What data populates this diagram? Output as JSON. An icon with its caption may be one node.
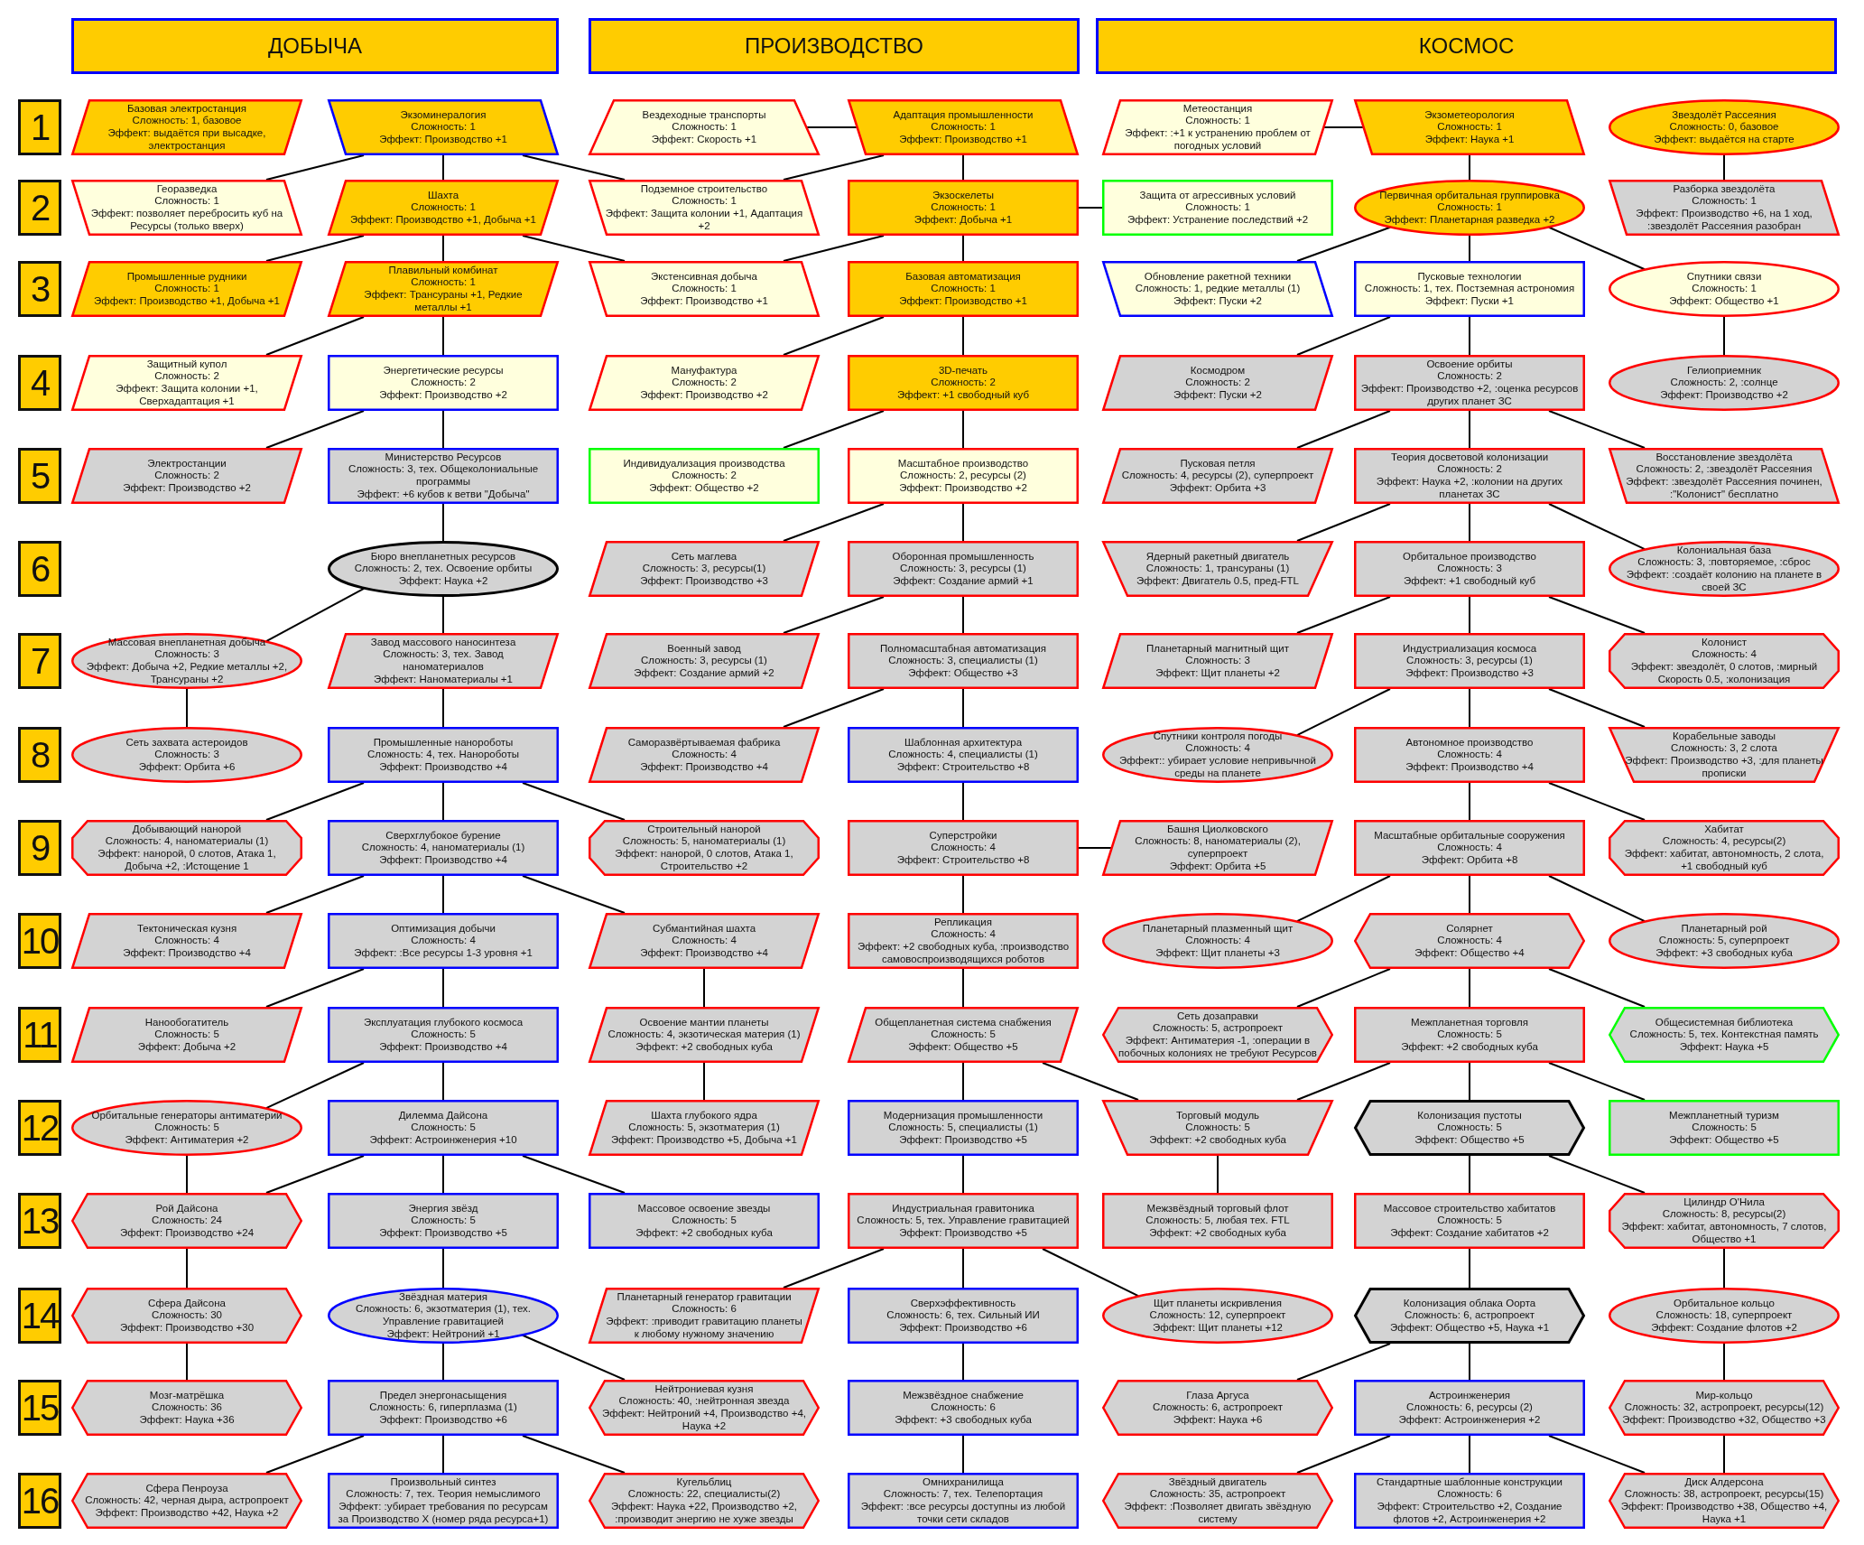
{
  "diagram": {
    "nodes": [
      {
        "text": [
          "ДОБЫЧА"
        ]
      },
      {
        "text": [
          "ПРОИЗВОДСТВО"
        ]
      },
      {
        "text": [
          "КОСМОС"
        ]
      },
      {
        "text": [
          "1"
        ]
      },
      {
        "text": [
          "2"
        ]
      },
      {
        "text": [
          "3"
        ]
      },
      {
        "text": [
          "4"
        ]
      },
      {
        "text": [
          "5"
        ]
      },
      {
        "text": [
          "6"
        ]
      },
      {
        "text": [
          "7"
        ]
      },
      {
        "text": [
          "8"
        ]
      },
      {
        "text": [
          "9"
        ]
      },
      {
        "text": [
          "10"
        ]
      },
      {
        "text": [
          "11"
        ]
      },
      {
        "text": [
          "12"
        ]
      },
      {
        "text": [
          "13"
        ]
      },
      {
        "text": [
          "14"
        ]
      },
      {
        "text": [
          "15"
        ]
      },
      {
        "text": [
          "16"
        ]
      },
      {
        "text": [
          "Базовая электростанция",
          "Сложность: 1, базовое",
          "Эффект: выдаётся при высадке, электростанция"
        ]
      },
      {
        "text": [
          "Экзоминералогия",
          "Сложность: 1",
          "Эффект: Производство +1"
        ]
      },
      {
        "text": [
          "Вездеходные транспорты",
          "Сложность: 1",
          "Эффект: Скорость +1"
        ]
      },
      {
        "text": [
          "Адаптация промышленности",
          "Сложность: 1",
          "Эффект: Производство +1"
        ]
      },
      {
        "text": [
          "Метеостанция",
          "Сложность: 1",
          "Эффект: :+1 к устранению проблем от погодных условий"
        ]
      },
      {
        "text": [
          "Экзометеорология",
          "Сложность: 1",
          "Эффект: Наука +1"
        ]
      },
      {
        "text": [
          "Звездолёт Рассеяния",
          "Сложность: 0, базовое",
          "Эффект: выдаётся на старте"
        ]
      },
      {
        "text": [
          "Георазведка",
          "Сложность: 1",
          "Эффект: позволяет перебросить куб на Ресурсы (только вверх)"
        ]
      },
      {
        "text": [
          "Шахта",
          "Сложность: 1",
          "Эффект: Производство +1, Добыча +1"
        ]
      },
      {
        "text": [
          "Подземное строительство",
          "Сложность: 1",
          "Эффект: Защита колонии +1, Адаптация +2"
        ]
      },
      {
        "text": [
          "Экзоскелеты",
          "Сложность: 1",
          "Эффект: Добыча +1"
        ]
      },
      {
        "text": [
          "Защита от агрессивных условий",
          "Сложность: 1",
          "Эффект: Устранение последствий +2"
        ]
      },
      {
        "text": [
          "Первичная орбитальная группировка",
          "Сложность: 1",
          "Эффект: Планетарная разведка +2"
        ]
      },
      {
        "text": [
          "Разборка звездолёта",
          "Сложность: 1",
          "Эффект: Производство +6, на 1 ход, :звездолёт Рассеяния разобран"
        ]
      },
      {
        "text": [
          "Промышленные рудники",
          "Сложность: 1",
          "Эффект: Производство +1, Добыча +1"
        ]
      },
      {
        "text": [
          "Плавильный комбинат",
          "Сложность: 1",
          "Эффект: Трансураны +1, Редкие металлы +1"
        ]
      },
      {
        "text": [
          "Экстенсивная добыча",
          "Сложность: 1",
          "Эффект: Производство +1"
        ]
      },
      {
        "text": [
          "Базовая автоматизация",
          "Сложность: 1",
          "Эффект: Производство +1"
        ]
      },
      {
        "text": [
          "Обновление ракетной техники",
          "Сложность: 1, редкие металлы (1)",
          "Эффект: Пуски +2"
        ]
      },
      {
        "text": [
          "Пусковые технологии",
          "Сложность: 1, тех. Постземная астрономия",
          "Эффект: Пуски +1"
        ]
      },
      {
        "text": [
          "Спутники связи",
          "Сложность: 1",
          "Эффект: Общество +1"
        ]
      },
      {
        "text": [
          "Защитный купол",
          "Сложность: 2",
          "Эффект: Защита колонии +1, Сверхадаптация +1"
        ]
      },
      {
        "text": [
          "Энергетические ресурсы",
          "Сложность: 2",
          "Эффект: Производство +2"
        ]
      },
      {
        "text": [
          "Мануфактура",
          "Сложность: 2",
          "Эффект: Производство +2"
        ]
      },
      {
        "text": [
          "3D-печать",
          "Сложность: 2",
          "Эффект: +1 свободный куб"
        ]
      },
      {
        "text": [
          "Космодром",
          "Сложность: 2",
          "Эффект: Пуски +2"
        ]
      },
      {
        "text": [
          "Освоение орбиты",
          "Сложность: 2",
          "Эффект: Производство +2, :оценка ресурсов других планет ЗС"
        ]
      },
      {
        "text": [
          "Гелиоприемник",
          "Сложность: 2, :солнце",
          "Эффект: Производство +2"
        ]
      },
      {
        "text": [
          "Электростанции",
          "Сложность: 2",
          "Эффект: Производство +2"
        ]
      },
      {
        "text": [
          "Министерство Ресурсов",
          "Сложность: 3, тех. Общеколониальные программы",
          "Эффект: +6 кубов к ветви \"Добыча\""
        ]
      },
      {
        "text": [
          "Индивидуализация производства",
          "Сложность: 2",
          "Эффект: Общество +2"
        ]
      },
      {
        "text": [
          "Масштабное производство",
          "Сложность: 2, ресурсы (2)",
          "Эффект: Производство +2"
        ]
      },
      {
        "text": [
          "Пусковая петля",
          "Сложность: 4, ресурсы (2), суперпроект",
          "Эффект: Орбита +3"
        ]
      },
      {
        "text": [
          "Теория досветовой колонизации",
          "Сложность: 2",
          "Эффект: Наука +2, :колонии на других планетах ЗС"
        ]
      },
      {
        "text": [
          "Восстановление звездолёта",
          "Сложность: 2, :звездолёт Рассеяния",
          "Эффект: :звездолёт Рассеяния починен, :\"Колонист\" бесплатно"
        ]
      },
      {
        "text": [
          "Бюро внепланетных ресурсов",
          "Сложность: 2, тех. Освоение орбиты",
          "Эффект: Наука +2"
        ]
      },
      {
        "text": [
          "Сеть маглева",
          "Сложность: 3, ресурсы(1)",
          "Эффект: Производство +3"
        ]
      },
      {
        "text": [
          "Оборонная промышленность",
          "Сложность: 3, ресурсы (1)",
          "Эффект: Создание армий +1"
        ]
      },
      {
        "text": [
          "Ядерный ракетный двигатель",
          "Сложность: 1, трансураны (1)",
          "Эффект: Двигатель 0.5, пред-FTL"
        ]
      },
      {
        "text": [
          "Орбитальное производство",
          "Сложность: 3",
          "Эффект: +1 свободный куб"
        ]
      },
      {
        "text": [
          "Колониальная база",
          "Сложность: 3, :повторяемое, :сброс",
          "Эффект: :создаёт колонию на планете в своей ЗС"
        ]
      },
      {
        "text": [
          "Массовая внепланетная добыча",
          "Сложность: 3",
          "Эффект: Добыча +2, Редкие металлы +2, Трансураны +2"
        ]
      },
      {
        "text": [
          "Завод массового наносинтеза",
          "Сложность: 3, тех. Завод наноматериалов",
          "Эффект: Наноматериалы +1"
        ]
      },
      {
        "text": [
          "Военный завод",
          "Сложность: 3, ресурсы (1)",
          "Эффект: Создание армий +2"
        ]
      },
      {
        "text": [
          "Полномасштабная автоматизация",
          "Сложность: 3, специалисты (1)",
          "Эффект: Общество +3"
        ]
      },
      {
        "text": [
          "Планетарный магнитный щит",
          "Сложность: 3",
          "Эффект: Щит планеты +2"
        ]
      },
      {
        "text": [
          "Индустриализация космоса",
          "Сложность: 3, ресурсы (1)",
          "Эффект: Производство +3"
        ]
      },
      {
        "text": [
          "Колонист",
          "Сложность: 4",
          "Эффект: звездолёт, 0 слотов, :мирный Скорость 0.5, :колонизация"
        ]
      },
      {
        "text": [
          "Сеть захвата астероидов",
          "Сложность: 3",
          "Эффект: Орбита +6"
        ]
      },
      {
        "text": [
          "Промышленные нанороботы",
          "Сложность: 4, тех. Нанороботы",
          "Эффект: Производство +4"
        ]
      },
      {
        "text": [
          "Саморазвёртываемая фабрика",
          "Сложность: 4",
          "Эффект: Производство +4"
        ]
      },
      {
        "text": [
          "Шаблонная архитектура",
          "Сложность: 4, специалисты (1)",
          "Эффект: Строительство +8"
        ]
      },
      {
        "text": [
          "Спутники контроля погоды",
          "Сложность: 4",
          "Эффект:: убирает условие непривычной среды на планете"
        ]
      },
      {
        "text": [
          "Автономное производство",
          "Сложность: 4",
          "Эффект: Производство +4"
        ]
      },
      {
        "text": [
          "Корабельные заводы",
          "Сложность: 3, 2 слота",
          "Эффект: Производство +3, :для планеты прописки"
        ]
      },
      {
        "text": [
          "Добывающий нанорой",
          "Сложность: 4, наноматериалы (1)",
          "Эффект: нанорой, 0 слотов, Атака 1, Добыча +2, :Истощение 1"
        ]
      },
      {
        "text": [
          "Сверхглубокое бурение",
          "Сложность: 4, наноматериалы (1)",
          "Эффект: Производство +4"
        ]
      },
      {
        "text": [
          "Строительный нанорой",
          "Сложность: 5, наноматериалы (1)",
          "Эффект: нанорой, 0 слотов, Атака 1, Строительство +2"
        ]
      },
      {
        "text": [
          "Суперстройки",
          "Сложность: 4",
          "Эффект: Строительство +8"
        ]
      },
      {
        "text": [
          "Башня Циолковского",
          "Сложность: 8, наноматериалы (2), суперпроект",
          "Эффект: Орбита +5"
        ]
      },
      {
        "text": [
          "Масштабные орбитальные сооружения",
          "Сложность: 4",
          "Эффект: Орбита +8"
        ]
      },
      {
        "text": [
          "Хабитат",
          "Сложность: 4, ресурсы(2)",
          "Эффект: хабитат, автономность, 2 слота, +1 свободный куб"
        ]
      },
      {
        "text": [
          "Тектоническая кузня",
          "Сложность: 4",
          "Эффект: Производство +4"
        ]
      },
      {
        "text": [
          "Оптимизация добычи",
          "Сложность: 4",
          "Эффект: :Все ресурсы 1-3 уровня +1"
        ]
      },
      {
        "text": [
          "Субмантийная шахта",
          "Сложность: 4",
          "Эффект: Производство +4"
        ]
      },
      {
        "text": [
          "Репликация",
          "Сложность: 4",
          "Эффект: +2 свободных куба, :производство самовоспроизводящихся роботов"
        ]
      },
      {
        "text": [
          "Планетарный плазменный щит",
          "Сложность: 4",
          "Эффект: Щит планеты +3"
        ]
      },
      {
        "text": [
          "Солярнет",
          "Сложность: 4",
          "Эффект: Общество +4"
        ]
      },
      {
        "text": [
          "Планетарный рой",
          "Сложность: 5, суперпроект",
          "Эффект: +3 свободных куба"
        ]
      },
      {
        "text": [
          "Нанообогатитель",
          "Сложность: 5",
          "Эффект: Добыча +2"
        ]
      },
      {
        "text": [
          "Эксплуатация глубокого космоса",
          "Сложность: 5",
          "Эффект: Производство +4"
        ]
      },
      {
        "text": [
          "Освоение мантии планеты",
          "Сложность: 4, экзотическая материя (1)",
          "Эффект: +2 свободных куба"
        ]
      },
      {
        "text": [
          "Общепланетная система снабжения",
          "Сложность: 5",
          "Эффект: Общество +5"
        ]
      },
      {
        "text": [
          "Сеть дозаправки",
          "Сложность: 5, астропроект",
          "Эффект: Антиматерия -1, :операции в побочных колониях не требуют Ресурсов"
        ]
      },
      {
        "text": [
          "Межпланетная торговля",
          "Сложность: 5",
          "Эффект: +2 свободных куба"
        ]
      },
      {
        "text": [
          "Общесистемная библиотека",
          "Сложность: 5, тех. Контекстная память",
          "Эффект: Наука +5"
        ]
      },
      {
        "text": [
          "Орбитальные генераторы антиматерии",
          "Сложность: 5",
          "Эффект: Антиматерия +2"
        ]
      },
      {
        "text": [
          "Дилемма Дайсона",
          "Сложность: 5",
          "Эффект: Астроинженерия +10"
        ]
      },
      {
        "text": [
          "Шахта глубокого ядра",
          "Сложность: 5, экзотматерия (1)",
          "Эффект: Производство +5, Добыча +1"
        ]
      },
      {
        "text": [
          "Модернизация промышленности",
          "Сложность: 5, специалисты (1)",
          "Эффект: Производство +5"
        ]
      },
      {
        "text": [
          "Торговый модуль",
          "Сложность: 5",
          "Эффект: +2 свободных куба"
        ]
      },
      {
        "text": [
          "Колонизация пустоты",
          "Сложность: 5",
          "Эффект: Общество +5"
        ]
      },
      {
        "text": [
          "Межпланетный туризм",
          "Сложность: 5",
          "Эффект: Общество +5"
        ]
      },
      {
        "text": [
          "Рой Дайсона",
          "Сложность: 24",
          "Эффект: Производство +24"
        ]
      },
      {
        "text": [
          "Энергия звёзд",
          "Сложность: 5",
          "Эффект: Производство +5"
        ]
      },
      {
        "text": [
          "Массовое освоение звезды",
          "Сложность: 5",
          "Эффект: +2 свободных куба"
        ]
      },
      {
        "text": [
          "Индустриальная гравитоника",
          "Сложность: 5, тех. Управление гравитацией",
          "Эффект: Производство +5"
        ]
      },
      {
        "text": [
          "Межзвёздный торговый флот",
          "Сложность: 5, любая тех. FTL",
          "Эффект: +2 свободных куба"
        ]
      },
      {
        "text": [
          "Массовое строительство хабитатов",
          "Сложность: 5",
          "Эффект: Создание хабитатов +2"
        ]
      },
      {
        "text": [
          "Цилиндр О'Нила",
          "Сложность: 8, ресурсы(2)",
          "Эффект: хабитат, автономность, 7 слотов, Общество +1"
        ]
      },
      {
        "text": [
          "Сфера Дайсона",
          "Сложность: 30",
          "Эффект: Производство +30"
        ]
      },
      {
        "text": [
          "Звёздная материя",
          "Сложность: 6, экзотматерия (1), тех. Управление гравитацией",
          "Эффект: Нейтроний +1"
        ]
      },
      {
        "text": [
          "Планетарный генератор гравитации",
          "Сложность: 6",
          "Эффект: :приводит гравитацию планеты к любому нужному значению"
        ]
      },
      {
        "text": [
          "Сверхэффективность",
          "Сложность: 6, тех. Сильный ИИ",
          "Эффект: Производство +6"
        ]
      },
      {
        "text": [
          "Щит планеты искривления",
          "Сложность: 12, суперпроект",
          "Эффект: Щит планеты +12"
        ]
      },
      {
        "text": [
          "Колонизация облака Оорта",
          "Сложность: 6, астропроект",
          "Эффект: Общество +5, Наука +1"
        ]
      },
      {
        "text": [
          "Орбитальное кольцо",
          "Сложность: 18, суперпроект",
          "Эффект: Создание флотов +2"
        ]
      },
      {
        "text": [
          "Мозг-матрёшка",
          "Сложность: 36",
          "Эффект: Наука +36"
        ]
      },
      {
        "text": [
          "Предел энергонасыщения",
          "Сложность: 6, гиперплазма (1)",
          "Эффект: Производство +6"
        ]
      },
      {
        "text": [
          "Нейтрониевая кузня",
          "Сложность: 40, :нейтронная звезда",
          "Эффект: Нейтроний +4, Производство +4, Наука +2"
        ]
      },
      {
        "text": [
          "Межзвёздное снабжение",
          "Сложность: 6",
          "Эффект: +3 свободных куба"
        ]
      },
      {
        "text": [
          "Глаза Аргуса",
          "Сложность: 6, астропроект",
          "Эффект: Наука +6"
        ]
      },
      {
        "text": [
          "Астроинженерия",
          "Сложность: 6, ресурсы (2)",
          "Эффект: Астроинженерия +2"
        ]
      },
      {
        "text": [
          "Мир-кольцо",
          "Сложность: 32, астропроект, ресурсы(12)",
          "Эффект: Производство +32, Общество +3"
        ]
      },
      {
        "text": [
          "Сфера Пенроуза",
          "Сложность: 42, черная дыра, астропроект",
          "Эффект: Производство +42, Наука +2"
        ]
      },
      {
        "text": [
          "Произвольный синтез",
          "Сложность: 7, тех. Теория немыслимого",
          "Эффект: :убирает требования по ресурсам за Производство X (номер ряда ресурса+1)"
        ]
      },
      {
        "text": [
          "Кугельблиц",
          "Сложность: 22, специалисты(2)",
          "Эффект: Наука +22, Производство +2, :производит энергию не хуже звезды"
        ]
      },
      {
        "text": [
          "Омнихранилища",
          "Сложность: 7, тех. Телепортация",
          "Эффект: :все ресурсы доступны из любой точки сети складов"
        ]
      },
      {
        "text": [
          "Звёздный двигатель",
          "Сложность: 35, астропроект",
          "Эффект: :Позволяет двигать звёздную систему"
        ]
      },
      {
        "text": [
          "Стандартные шаблонные конструкции",
          "Сложность: 6",
          "Эффект: Строительство +2, Создание флотов +2, Астроинженерия +2"
        ]
      },
      {
        "text": [
          "Диск Алдерсона",
          "Сложность: 38, астропроект, ресурсы(15)",
          "Эффект: Производство +38, Общество +4, Наука +1"
        ]
      }
    ],
    "edges": [
      {
        "from": 20,
        "to": 26,
        "arrow": "none"
      },
      {
        "from": 20,
        "to": 27,
        "arrow": "none"
      },
      {
        "from": 20,
        "to": 28,
        "arrow": "none"
      },
      {
        "from": 27,
        "to": 33,
        "arrow": "none"
      },
      {
        "from": 27,
        "to": 34,
        "arrow": "none"
      },
      {
        "from": 27,
        "to": 35,
        "arrow": "none"
      },
      {
        "from": 34,
        "to": 40,
        "arrow": "none"
      },
      {
        "from": 34,
        "to": 41,
        "arrow": "none"
      },
      {
        "from": 41,
        "to": 47,
        "arrow": "none"
      },
      {
        "from": 41,
        "to": 48,
        "arrow": "none"
      },
      {
        "from": 48,
        "to": 54,
        "arrow": "none"
      },
      {
        "from": 54,
        "to": 60,
        "arrow": "none"
      },
      {
        "from": 54,
        "to": 61,
        "arrow": "none"
      },
      {
        "from": 60,
        "to": 67,
        "arrow": "none"
      },
      {
        "from": 61,
        "to": 68,
        "arrow": "none"
      },
      {
        "from": 68,
        "to": 74,
        "arrow": "none"
      },
      {
        "from": 68,
        "to": 75,
        "arrow": "none"
      },
      {
        "from": 68,
        "to": 76,
        "arrow": "none"
      },
      {
        "from": 75,
        "to": 81,
        "arrow": "none"
      },
      {
        "from": 75,
        "to": 82,
        "arrow": "none"
      },
      {
        "from": 75,
        "to": 83,
        "arrow": "none"
      },
      {
        "from": 82,
        "to": 88,
        "arrow": "none"
      },
      {
        "from": 82,
        "to": 89,
        "arrow": "none"
      },
      {
        "from": 89,
        "to": 95,
        "arrow": "none"
      },
      {
        "from": 89,
        "to": 96,
        "arrow": "none"
      },
      {
        "from": 95,
        "to": 102,
        "arrow": "none"
      },
      {
        "from": 96,
        "to": 102,
        "arrow": "none"
      },
      {
        "from": 96,
        "to": 103,
        "arrow": "none"
      },
      {
        "from": 96,
        "to": 104,
        "arrow": "none"
      },
      {
        "from": 102,
        "to": 109,
        "arrow": "none"
      },
      {
        "from": 109,
        "to": 116,
        "arrow": "none"
      },
      {
        "from": 103,
        "to": 110,
        "arrow": "none"
      },
      {
        "from": 110,
        "to": 117,
        "arrow": "none"
      },
      {
        "from": 110,
        "to": 118,
        "arrow": "none"
      },
      {
        "from": 117,
        "to": 123,
        "arrow": "none"
      },
      {
        "from": 117,
        "to": 124,
        "arrow": "none"
      },
      {
        "from": 117,
        "to": 125,
        "arrow": "none"
      },
      {
        "from": 83,
        "to": 90,
        "arrow": "none"
      },
      {
        "from": 90,
        "to": 97,
        "arrow": "none"
      },
      {
        "from": 22,
        "to": 21,
        "arrow": "none"
      },
      {
        "from": 22,
        "to": 28,
        "arrow": "none"
      },
      {
        "from": 22,
        "to": 29,
        "arrow": "none"
      },
      {
        "from": 29,
        "to": 30,
        "arrow": "none"
      },
      {
        "from": 29,
        "to": 35,
        "arrow": "none"
      },
      {
        "from": 29,
        "to": 36,
        "arrow": "none"
      },
      {
        "from": 36,
        "to": 42,
        "arrow": "none"
      },
      {
        "from": 36,
        "to": 43,
        "arrow": "none"
      },
      {
        "from": 43,
        "to": 49,
        "arrow": "none"
      },
      {
        "from": 43,
        "to": 50,
        "arrow": "none"
      },
      {
        "from": 50,
        "to": 55,
        "arrow": "none"
      },
      {
        "from": 50,
        "to": 56,
        "arrow": "none"
      },
      {
        "from": 56,
        "to": 62,
        "arrow": "none"
      },
      {
        "from": 56,
        "to": 63,
        "arrow": "none"
      },
      {
        "from": 63,
        "to": 69,
        "arrow": "none"
      },
      {
        "from": 63,
        "to": 70,
        "arrow": "none"
      },
      {
        "from": 70,
        "to": 77,
        "arrow": "none"
      },
      {
        "from": 77,
        "to": 78,
        "arrow": "none"
      },
      {
        "from": 77,
        "to": 84,
        "arrow": "none"
      },
      {
        "from": 84,
        "to": 91,
        "arrow": "none"
      },
      {
        "from": 91,
        "to": 98,
        "arrow": "none"
      },
      {
        "from": 91,
        "to": 99,
        "arrow": "none"
      },
      {
        "from": 98,
        "to": 105,
        "arrow": "none"
      },
      {
        "from": 105,
        "to": 111,
        "arrow": "none"
      },
      {
        "from": 105,
        "to": 112,
        "arrow": "none"
      },
      {
        "from": 105,
        "to": 113,
        "arrow": "none"
      },
      {
        "from": 112,
        "to": 119,
        "arrow": "none"
      },
      {
        "from": 119,
        "to": 126,
        "arrow": "none"
      },
      {
        "from": 24,
        "to": 23,
        "arrow": "none"
      },
      {
        "from": 24,
        "to": 31,
        "arrow": "none"
      },
      {
        "from": 25,
        "to": 32,
        "arrow": "none"
      },
      {
        "from": 31,
        "to": 37,
        "arrow": "none"
      },
      {
        "from": 31,
        "to": 38,
        "arrow": "none"
      },
      {
        "from": 31,
        "to": 39,
        "arrow": "none"
      },
      {
        "from": 39,
        "to": 46,
        "arrow": "none"
      },
      {
        "from": 38,
        "to": 44,
        "arrow": "none"
      },
      {
        "from": 38,
        "to": 45,
        "arrow": "none"
      },
      {
        "from": 45,
        "to": 51,
        "arrow": "none"
      },
      {
        "from": 45,
        "to": 52,
        "arrow": "none"
      },
      {
        "from": 45,
        "to": 53,
        "arrow": "none"
      },
      {
        "from": 52,
        "to": 57,
        "arrow": "none"
      },
      {
        "from": 52,
        "to": 58,
        "arrow": "none"
      },
      {
        "from": 52,
        "to": 59,
        "arrow": "none"
      },
      {
        "from": 58,
        "to": 64,
        "arrow": "none"
      },
      {
        "from": 58,
        "to": 65,
        "arrow": "none"
      },
      {
        "from": 58,
        "to": 66,
        "arrow": "none"
      },
      {
        "from": 65,
        "to": 71,
        "arrow": "none"
      },
      {
        "from": 65,
        "to": 72,
        "arrow": "none"
      },
      {
        "from": 65,
        "to": 73,
        "arrow": "none"
      },
      {
        "from": 72,
        "to": 79,
        "arrow": "none"
      },
      {
        "from": 72,
        "to": 80,
        "arrow": "none"
      },
      {
        "from": 79,
        "to": 85,
        "arrow": "none"
      },
      {
        "from": 79,
        "to": 86,
        "arrow": "none"
      },
      {
        "from": 79,
        "to": 87,
        "arrow": "none"
      },
      {
        "from": 86,
        "to": 92,
        "arrow": "none"
      },
      {
        "from": 86,
        "to": 93,
        "arrow": "none"
      },
      {
        "from": 86,
        "to": 94,
        "arrow": "none"
      },
      {
        "from": 93,
        "to": 99,
        "arrow": "none"
      },
      {
        "from": 93,
        "to": 100,
        "arrow": "none"
      },
      {
        "from": 93,
        "to": 101,
        "arrow": "none"
      },
      {
        "from": 99,
        "to": 106,
        "arrow": "none"
      },
      {
        "from": 100,
        "to": 107,
        "arrow": "none"
      },
      {
        "from": 100,
        "to": 108,
        "arrow": "none"
      },
      {
        "from": 107,
        "to": 114,
        "arrow": "none"
      },
      {
        "from": 108,
        "to": 115,
        "arrow": "none"
      },
      {
        "from": 115,
        "to": 122,
        "arrow": "none"
      },
      {
        "from": 122,
        "to": 129,
        "arrow": "none"
      },
      {
        "from": 114,
        "to": 120,
        "arrow": "none"
      },
      {
        "from": 114,
        "to": 121,
        "arrow": "none"
      },
      {
        "from": 121,
        "to": 127,
        "arrow": "none"
      },
      {
        "from": 121,
        "to": 128,
        "arrow": "none"
      },
      {
        "from": 121,
        "to": 129,
        "arrow": "none"
      }
    ]
  }
}
